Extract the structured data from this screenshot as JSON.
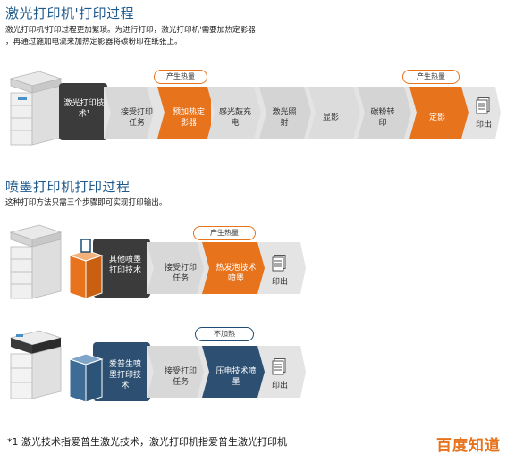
{
  "laser": {
    "title": "激光打印机'打印过程",
    "desc1": "激光打印机'打印过程更加繁琐。为进行打印，激光打印机'需要加热定影器",
    "desc2": "，再通过施加电流来加热定影器将碳粉印在纸张上。",
    "tech_label": "激光打印技术¹",
    "steps": [
      "接受打印任务",
      "预加热定影器",
      "感光鼓充电",
      "激光照射",
      "显影",
      "碳粉转印",
      "定影",
      "印出"
    ],
    "heat_badge_1": "产生热量",
    "heat_badge_2": "产生热量"
  },
  "inkjet": {
    "title": "喷墨打印机打印过程",
    "desc": "这种打印方法只需三个步骤即可实现打印输出。",
    "other": {
      "tech_label": "其他喷墨打印技术",
      "steps": [
        "接受打印任务",
        "热发泡技术喷墨",
        "印出"
      ],
      "badge": "产生热量"
    },
    "epson": {
      "tech_label": "爱普生喷墨打印技术",
      "steps": [
        "接受打印任务",
        "压电技术喷墨",
        "印出"
      ],
      "badge": "不加热"
    }
  },
  "footnote": "*1 激光技术指爱普生激光技术，激光打印机指爱普生激光打印机",
  "watermark": "百度知道",
  "colors": {
    "title_blue": "#1f5a8c",
    "orange": "#e8731d",
    "dark_gray": "#3b3b3b",
    "light_gray": "#dcdcdc",
    "epson_blue": "#2c4f72"
  }
}
